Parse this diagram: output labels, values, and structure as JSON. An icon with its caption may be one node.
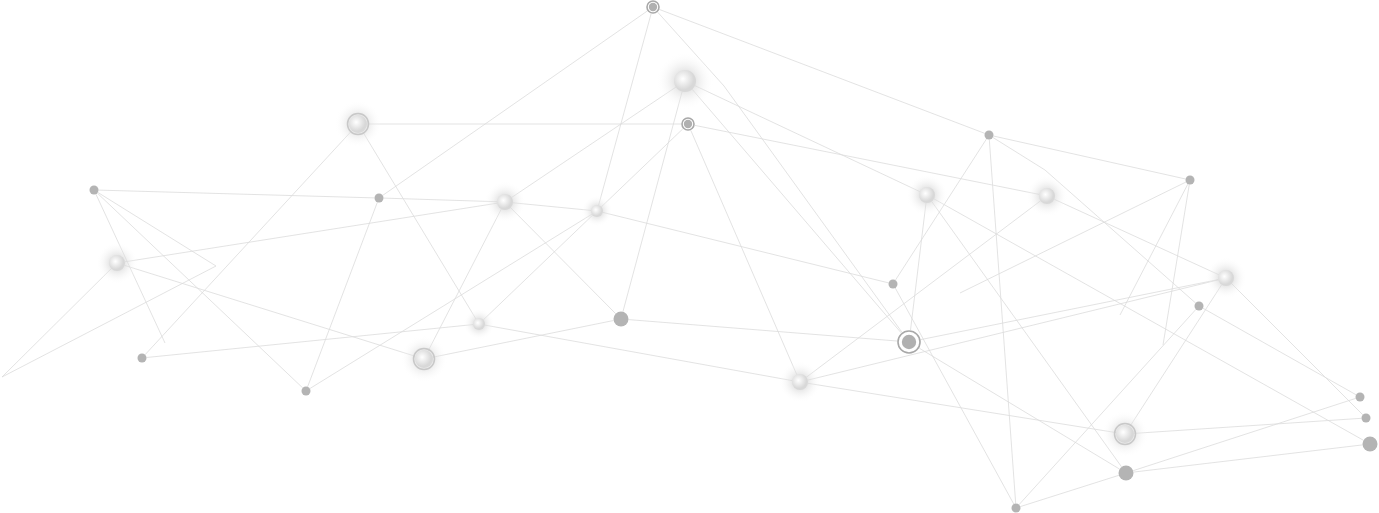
{
  "diagram": {
    "nodes": [
      {
        "text": [],
        "shape": "circle"
      },
      {
        "text": [],
        "shape": "circle"
      },
      {
        "text": [],
        "shape": "circle"
      },
      {
        "text": [],
        "shape": "circle"
      },
      {
        "text": [],
        "shape": "circle"
      },
      {
        "text": [],
        "shape": "circle"
      },
      {
        "text": [],
        "shape": "circle"
      },
      {
        "text": [],
        "shape": "circle"
      },
      {
        "text": [],
        "shape": "circle"
      },
      {
        "text": [],
        "shape": "circle"
      },
      {
        "text": [],
        "shape": "circle"
      },
      {
        "text": [],
        "shape": "circle"
      },
      {
        "text": [],
        "shape": "circle"
      },
      {
        "text": [],
        "shape": "circle"
      },
      {
        "text": [],
        "shape": "circle"
      },
      {
        "text": [],
        "shape": "circle"
      },
      {
        "text": [],
        "shape": "circle"
      },
      {
        "text": [],
        "shape": "circle"
      },
      {
        "text": [],
        "shape": "circle"
      },
      {
        "text": [],
        "shape": "circle"
      },
      {
        "text": [],
        "shape": "circle"
      },
      {
        "text": [],
        "shape": "circle"
      },
      {
        "text": [],
        "shape": "circle"
      },
      {
        "text": [],
        "shape": "circle"
      },
      {
        "text": [],
        "shape": "circle"
      },
      {
        "text": [],
        "shape": "circle"
      },
      {
        "text": [],
        "shape": "circle"
      },
      {
        "text": [],
        "shape": "circle"
      },
      {
        "text": [],
        "shape": "circle"
      }
    ],
    "edges": [
      {
        "from": 0,
        "to": 7,
        "arrow": "none"
      },
      {
        "from": 0,
        "to": 9,
        "arrow": "none"
      },
      {
        "from": 0,
        "to": 4,
        "arrow": "none"
      },
      {
        "from": 0,
        "to": 18,
        "arrow": "none"
      },
      {
        "from": 1,
        "to": 8,
        "arrow": "none"
      },
      {
        "from": 1,
        "to": 16,
        "arrow": "none"
      },
      {
        "from": 1,
        "to": 10,
        "arrow": "none"
      },
      {
        "from": 1,
        "to": 18,
        "arrow": "none"
      },
      {
        "from": 2,
        "to": 3,
        "arrow": "none"
      },
      {
        "from": 2,
        "to": 17,
        "arrow": "none"
      },
      {
        "from": 2,
        "to": 20,
        "arrow": "none"
      },
      {
        "from": 3,
        "to": 9,
        "arrow": "none"
      },
      {
        "from": 9,
        "to": 17,
        "arrow": "none"
      },
      {
        "from": 3,
        "to": 22,
        "arrow": "none"
      },
      {
        "from": 3,
        "to": 11,
        "arrow": "none"
      },
      {
        "from": 4,
        "to": 5,
        "arrow": "none"
      },
      {
        "from": 4,
        "to": 14,
        "arrow": "none"
      },
      {
        "from": 4,
        "to": 15,
        "arrow": "none"
      },
      {
        "from": 4,
        "to": 28,
        "arrow": "none"
      },
      {
        "from": 5,
        "to": null,
        "arrow": "none"
      },
      {
        "from": 5,
        "to": null,
        "arrow": "none"
      },
      {
        "from": 5,
        "to": null,
        "arrow": "none"
      },
      {
        "from": 6,
        "to": 7,
        "arrow": "none"
      },
      {
        "from": 7,
        "to": 8,
        "arrow": "none"
      },
      {
        "from": 6,
        "to": null,
        "arrow": "none"
      },
      {
        "from": 6,
        "to": null,
        "arrow": "none"
      },
      {
        "from": 6,
        "to": 21,
        "arrow": "none"
      },
      {
        "from": 7,
        "to": 21,
        "arrow": "none"
      },
      {
        "from": 8,
        "to": 9,
        "arrow": "none"
      },
      {
        "from": 8,
        "to": 16,
        "arrow": "none"
      },
      {
        "from": 8,
        "to": 19,
        "arrow": "none"
      },
      {
        "from": 9,
        "to": 14,
        "arrow": "none"
      },
      {
        "from": 9,
        "to": 21,
        "arrow": "none"
      },
      {
        "from": 12,
        "to": 8,
        "arrow": "none"
      },
      {
        "from": 12,
        "to": 19,
        "arrow": "none"
      },
      {
        "from": 12,
        "to": null,
        "arrow": "none"
      },
      {
        "from": 17,
        "to": 20,
        "arrow": "none"
      },
      {
        "from": 17,
        "to": 22,
        "arrow": "none"
      },
      {
        "from": 16,
        "to": 19,
        "arrow": "none"
      },
      {
        "from": 16,
        "to": 18,
        "arrow": "none"
      },
      {
        "from": 10,
        "to": 18,
        "arrow": "none"
      },
      {
        "from": 10,
        "to": 27,
        "arrow": "none"
      },
      {
        "from": 10,
        "to": 26,
        "arrow": "none"
      },
      {
        "from": 11,
        "to": 13,
        "arrow": "none"
      },
      {
        "from": 22,
        "to": 11,
        "arrow": "none"
      },
      {
        "from": 22,
        "to": 13,
        "arrow": "none"
      },
      {
        "from": 22,
        "to": 25,
        "arrow": "none"
      },
      {
        "from": 14,
        "to": 28,
        "arrow": "none"
      },
      {
        "from": 13,
        "to": 18,
        "arrow": "none"
      },
      {
        "from": 13,
        "to": 24,
        "arrow": "none"
      },
      {
        "from": 13,
        "to": 25,
        "arrow": "none"
      },
      {
        "from": 15,
        "to": 23,
        "arrow": "none"
      },
      {
        "from": 18,
        "to": 27,
        "arrow": "none"
      },
      {
        "from": 25,
        "to": 24,
        "arrow": "none"
      },
      {
        "from": 27,
        "to": 23,
        "arrow": "none"
      },
      {
        "from": 27,
        "to": 26,
        "arrow": "none"
      },
      {
        "from": 27,
        "to": 28,
        "arrow": "none"
      },
      {
        "from": 28,
        "to": 15,
        "arrow": "none"
      }
    ]
  }
}
